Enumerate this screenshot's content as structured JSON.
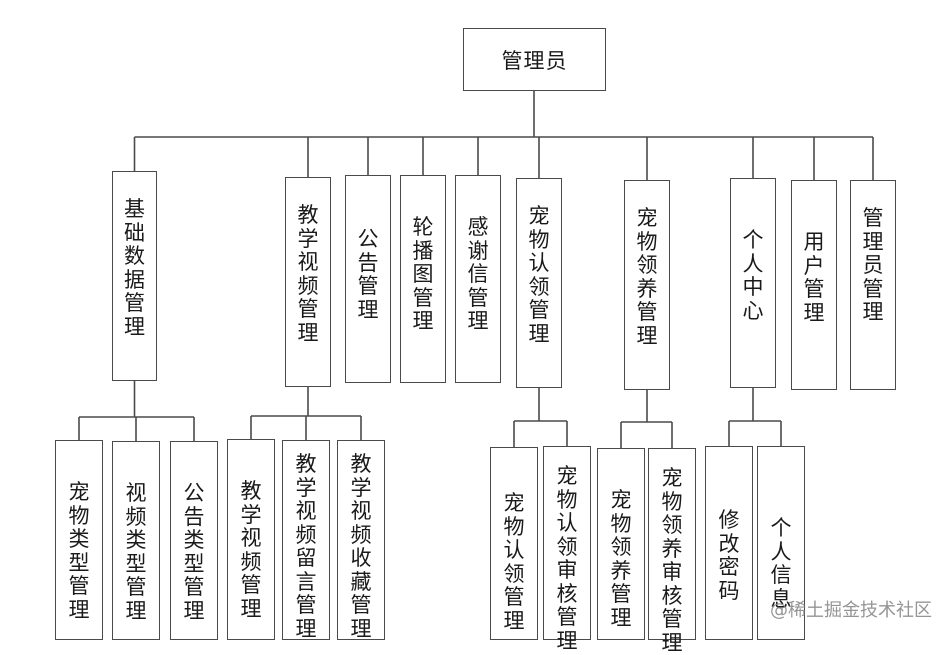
{
  "root": "管理员",
  "level1": [
    {
      "id": "jc",
      "label": "基础数据管理"
    },
    {
      "id": "jx",
      "label": "教学视频管理"
    },
    {
      "id": "gg",
      "label": "公告管理"
    },
    {
      "id": "lb",
      "label": "轮播图管理"
    },
    {
      "id": "gx",
      "label": "感谢信管理"
    },
    {
      "id": "cr",
      "label": "宠物认领管理"
    },
    {
      "id": "cy",
      "label": "宠物领养管理"
    },
    {
      "id": "gr",
      "label": "个人中心"
    },
    {
      "id": "yh",
      "label": "用户管理"
    },
    {
      "id": "gly",
      "label": "管理员管理"
    }
  ],
  "level2": [
    {
      "parent": "jc",
      "label": "宠物类型管理"
    },
    {
      "parent": "jc",
      "label": "视频类型管理"
    },
    {
      "parent": "jc",
      "label": "公告类型管理"
    },
    {
      "parent": "jx",
      "label": "教学视频管理"
    },
    {
      "parent": "jx",
      "label": "教学视频留言管理"
    },
    {
      "parent": "jx",
      "label": "教学视频收藏管理"
    },
    {
      "parent": "cr",
      "label": "宠物认领管理"
    },
    {
      "parent": "cr",
      "label": "宠物认领审核管理"
    },
    {
      "parent": "cy",
      "label": "宠物领养管理"
    },
    {
      "parent": "cy",
      "label": "宠物领养审核管理"
    },
    {
      "parent": "gr",
      "label": "修改密码"
    },
    {
      "parent": "gr",
      "label": "个人信息"
    }
  ],
  "watermark": "@稀土掘金技术社区"
}
